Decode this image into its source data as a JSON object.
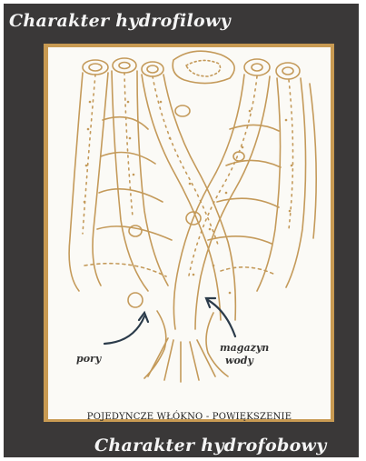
{
  "title_top": "Charakter hydrofilowy",
  "title_bottom": "Charakter hydrofobowy",
  "labels": {
    "pores": "pory",
    "water_storage_line1": "magazyn",
    "water_storage_line2": "wody"
  },
  "caption": "POJEDYNCZE WŁÓKNO - POWIĘKSZENIE",
  "colors": {
    "frame": "#3a3838",
    "panel_border": "#c89a52",
    "fiber": "#c49a5a",
    "arrow": "#2b3b4a"
  }
}
